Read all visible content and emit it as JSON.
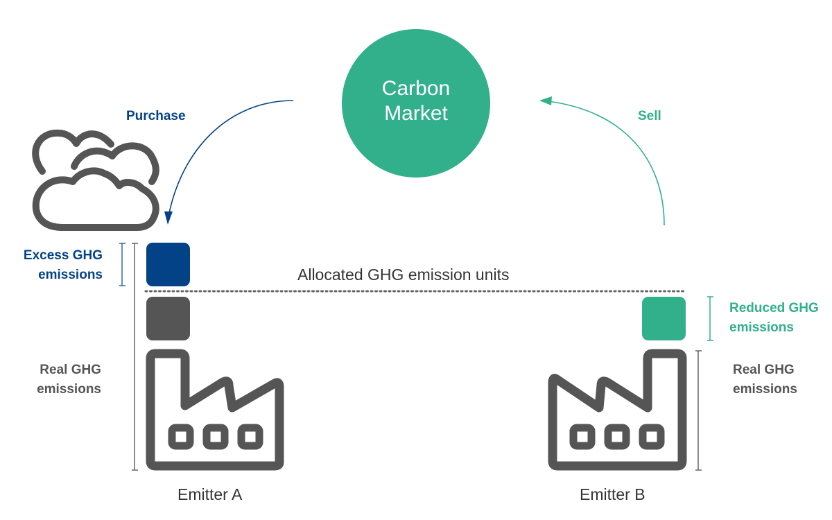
{
  "colors": {
    "market_green": "#31b08b",
    "purchase_blue": "#034287",
    "icon_gray": "#555555",
    "text_dark": "#333333"
  },
  "market": {
    "line1": "Carbon",
    "line2": "Market",
    "icon": "circle-node"
  },
  "flows": {
    "purchase_label": "Purchase",
    "sell_label": "Sell"
  },
  "allocated_label": "Allocated GHG emission units",
  "emitter_a": {
    "name": "Emitter A",
    "excess_label_line1": "Excess GHG",
    "excess_label_line2": "emissions",
    "real_label_line1": "Real GHG",
    "real_label_line2": "emissions",
    "icons": [
      "cloud-icon",
      "factory-icon"
    ]
  },
  "emitter_b": {
    "name": "Emitter B",
    "reduced_label_line1": "Reduced GHG",
    "reduced_label_line2": "emissions",
    "real_label_line1": "Real GHG",
    "real_label_line2": "emissions",
    "icons": [
      "factory-icon"
    ]
  }
}
